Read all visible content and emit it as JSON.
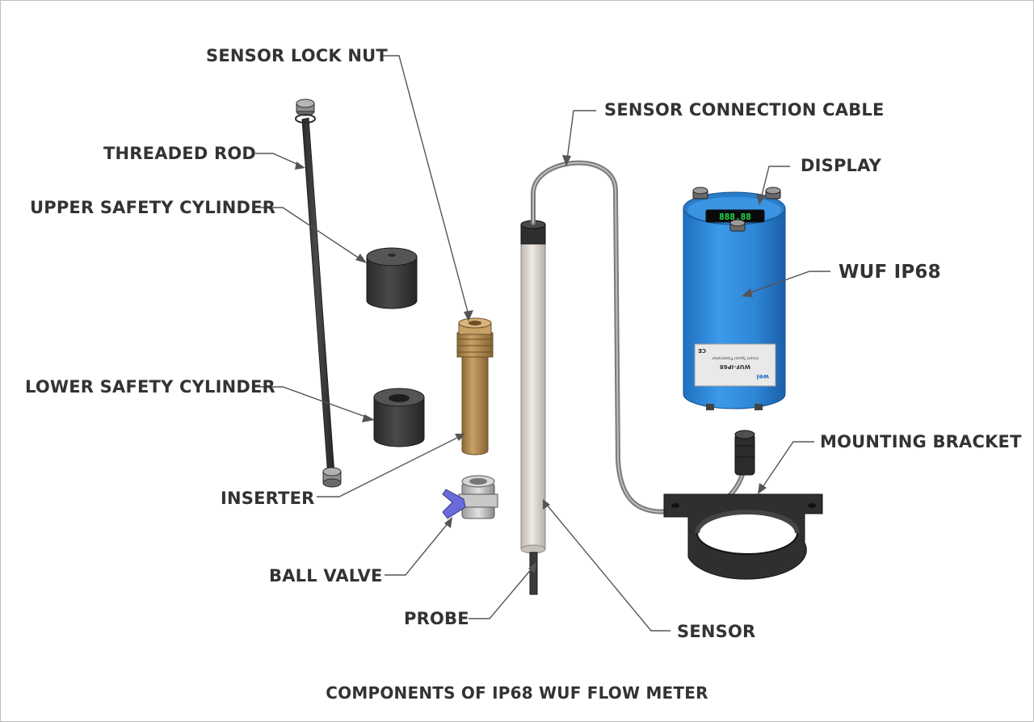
{
  "labels": {
    "sensor_lock_nut": "SENSOR LOCK NUT",
    "threaded_rod": "THREADED ROD",
    "upper_safety_cylinder": "UPPER SAFETY CYLINDER",
    "lower_safety_cylinder": "LOWER SAFETY CYLINDER",
    "inserter": "INSERTER",
    "ball_valve": "BALL VALVE",
    "probe": "PROBE",
    "sensor_connection_cable": "SENSOR CONNECTION CABLE",
    "display": "DISPLAY",
    "wuf_ip68": "WUF IP68",
    "mounting_bracket": "MOUNTING BRACKET",
    "sensor": "SENSOR"
  },
  "device_label": {
    "brand": "wei",
    "model": "WUF-IP68",
    "subtitle": "Insert Spool Flowmeter",
    "ce_mark": "CE",
    "display_reading": "888.88"
  },
  "caption": "COMPONENTS OF IP68 WUF FLOW METER",
  "colors": {
    "label_text": "#333333",
    "device_body": "#2f86d6",
    "cylinder": "#3a3a3a",
    "inserter": "#b08850",
    "sensor_tube": "#dcd8d2",
    "valve_handle": "#6a6ad8",
    "display_glow": "#1fe04a"
  }
}
